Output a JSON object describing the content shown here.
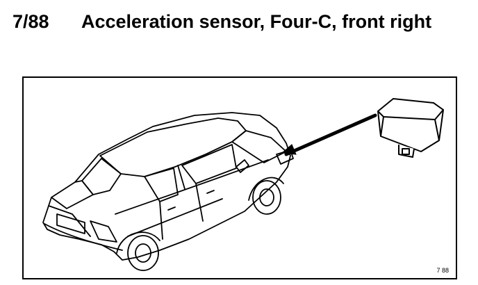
{
  "document": {
    "ref_number": "7/88",
    "title": "Acceleration sensor, Four-C, front right"
  },
  "figure": {
    "id_label": "7 88",
    "colors": {
      "ink": "#000000",
      "paper": "#ffffff"
    }
  }
}
